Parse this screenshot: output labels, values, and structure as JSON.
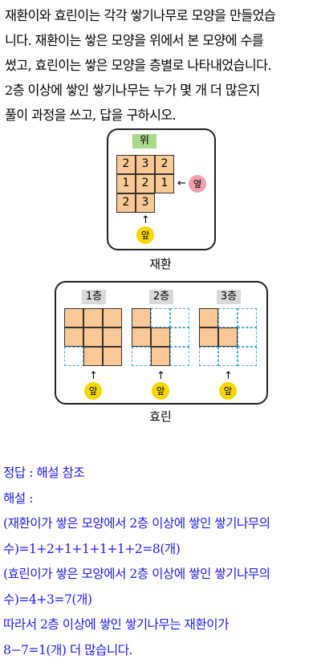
{
  "question": {
    "lines": [
      "재환이와 효린이는 각각 쌓기나무로 모양을 만들었습",
      "니다. 재환이는 쌓은 모양을 위에서 본 모양에 수를",
      "썼고, 효린이는 쌓은 모양을 층별로 나타내었습니다.",
      "2층 이상에 쌓인 쌓기나무는 누가 몇 개 더 많은지",
      "풀이 과정을 쓰고, 답을 구하시오."
    ]
  },
  "figure1": {
    "top_label": "위",
    "grid": [
      [
        "2",
        "3",
        "2"
      ],
      [
        "1",
        "2",
        "1"
      ],
      [
        "2",
        "3",
        ""
      ]
    ],
    "side_label": "옆",
    "front_label": "앞",
    "caption": "재환"
  },
  "figure2": {
    "floors": [
      {
        "label": "1층",
        "filled": [
          [
            1,
            1,
            1
          ],
          [
            1,
            1,
            1
          ],
          [
            0,
            1,
            1
          ]
        ]
      },
      {
        "label": "2층",
        "filled": [
          [
            1,
            0,
            0
          ],
          [
            1,
            1,
            0
          ],
          [
            0,
            1,
            0
          ]
        ]
      },
      {
        "label": "3층",
        "filled": [
          [
            1,
            0,
            0
          ],
          [
            1,
            1,
            0
          ],
          [
            0,
            0,
            0
          ]
        ]
      }
    ],
    "front_label": "앞",
    "caption": "효린"
  },
  "answer": {
    "lines": [
      "정답 : 해설 참조",
      "해설 :",
      "(재환이가 쌓은 모양에서 2층 이상에 쌓인 쌓기나무의",
      "수)=1+2+1+1+1+1+2=8(개)",
      "(효린이가 쌓은 모양에서 2층 이상에 쌓인 쌓기나무의",
      "수)=4+3=7(개)",
      "따라서 2층 이상에 쌓인 쌓기나무는 재환이가",
      "8−7=1(개) 더 많습니다."
    ]
  }
}
